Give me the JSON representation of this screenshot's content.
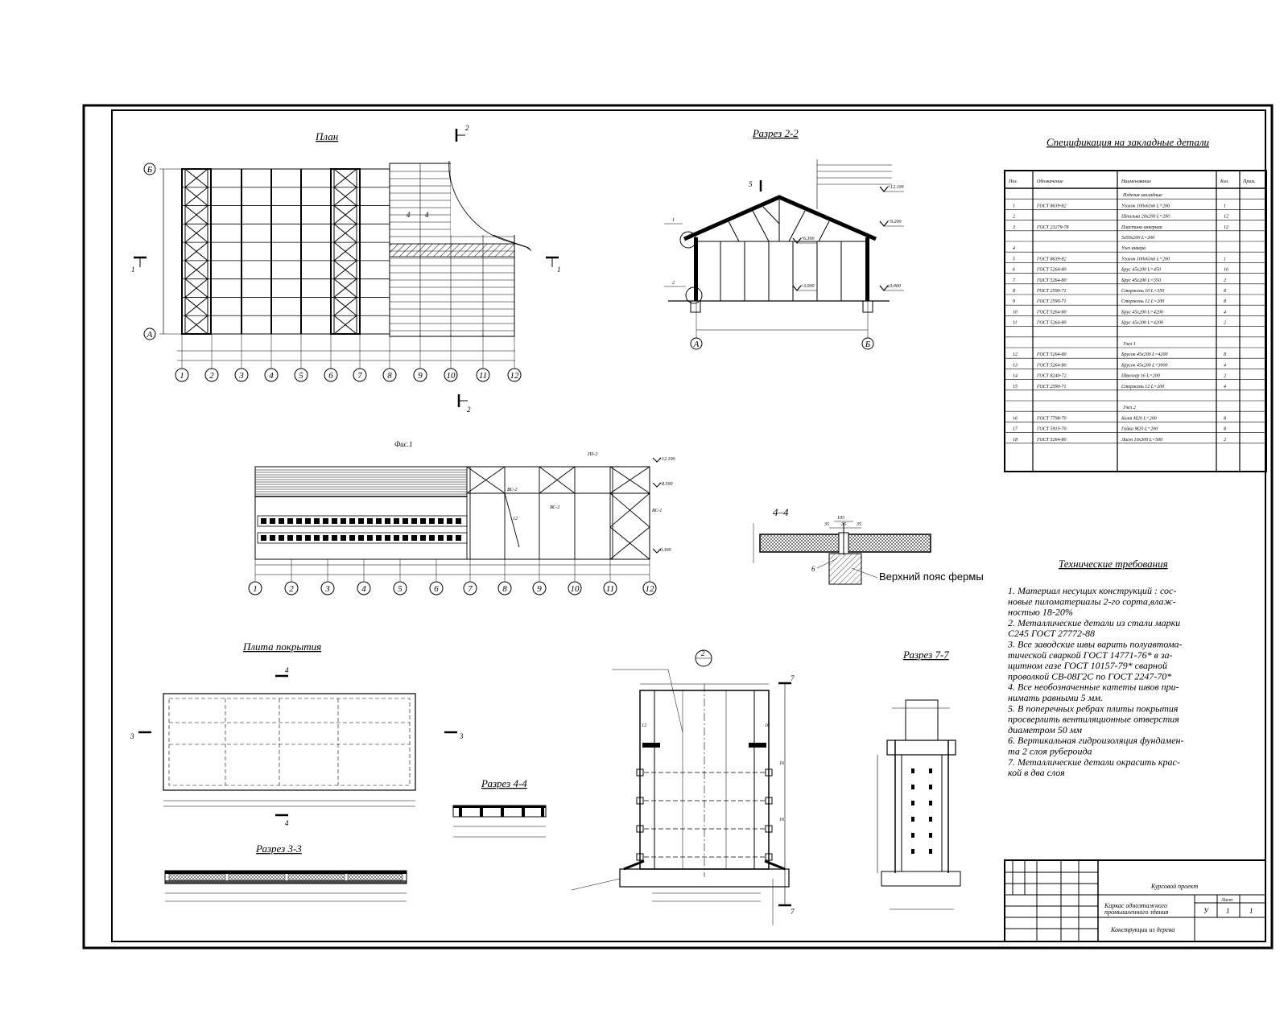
{
  "titles": {
    "plan": "План",
    "section_2_2": "Разрез 2-2",
    "spec": "Спецификация на закладные детали",
    "facade": "Фас.1",
    "section_4_4": "4–4",
    "top_chord": "Верхний пояс фермы",
    "tech": "Технические требования",
    "slab": "Плита покрытия",
    "section_4_4b": "Разрез 4-4",
    "section_3_3": "Разрез 3-3",
    "section_7_7": "Разрез 7-7"
  },
  "plan": {
    "axes_x": [
      "1",
      "2",
      "3",
      "4",
      "5",
      "6",
      "7",
      "8",
      "9",
      "10",
      "11",
      "12"
    ],
    "axes_y": [
      "Б",
      "А"
    ],
    "cut_1": "1",
    "cut_2": "2",
    "cut_4": "4"
  },
  "section22": {
    "levels": [
      "+12.100",
      "+9.200",
      "+6.300",
      "+3.000",
      "±0.000"
    ],
    "axes": [
      "А",
      "Б"
    ],
    "node1": "1",
    "node2": "2",
    "cut5": "5"
  },
  "facade": {
    "axes": [
      "1",
      "2",
      "3",
      "4",
      "5",
      "6",
      "7",
      "8",
      "9",
      "10",
      "11",
      "12"
    ],
    "levels": [
      "+12.100",
      "+8.500",
      "-0.300"
    ],
    "marks": [
      "П0-2",
      "ВС-2",
      "ВС-1",
      "ВС-2",
      "12"
    ]
  },
  "sec44": {
    "dims": [
      "105",
      "35",
      "35",
      "35"
    ],
    "mark": "6"
  },
  "slab": {
    "cut3": "3",
    "cut4": "4"
  },
  "node": {
    "mark": "2",
    "cut7": "7",
    "marks": [
      "12",
      "16",
      "16",
      "16"
    ]
  },
  "spec": {
    "headers": [
      "Поз.",
      "Обозначение",
      "Наименование",
      "Кол.",
      "Прим."
    ],
    "group_header": "Изделия закладные",
    "rows": [
      {
        "pos": "1",
        "code": "ГОСТ 8639-82",
        "name": "Уголок 100x63x6 L=200",
        "qty": "1"
      },
      {
        "pos": "2",
        "code": "",
        "name": "Шпилька 20x200 L=200",
        "qty": "12"
      },
      {
        "pos": "3",
        "code": "ГОСТ 23279-78",
        "name": "Пластина анкерная",
        "qty": "12"
      },
      {
        "pos": "",
        "code": "",
        "name": "5х50х200 L=200",
        "qty": ""
      },
      {
        "pos": "4",
        "code": "",
        "name": "Узел анкера",
        "qty": ""
      },
      {
        "pos": "5",
        "code": "ГОСТ 8639-82",
        "name": "Уголок 100x63x6 L=200",
        "qty": "1"
      },
      {
        "pos": "6",
        "code": "ГОСТ 5264-80",
        "name": "Брус 45x200 L=450",
        "qty": "16"
      },
      {
        "pos": "7",
        "code": "ГОСТ 5264-80",
        "name": "Брус 45x200 L=350",
        "qty": "2"
      },
      {
        "pos": "8",
        "code": "ГОСТ 2590-71",
        "name": "Стержень 10 L=350",
        "qty": "8"
      },
      {
        "pos": "9",
        "code": "ГОСТ 2590-71",
        "name": "Стержень 12 L=200",
        "qty": "8"
      },
      {
        "pos": "10",
        "code": "ГОСТ 5264-80",
        "name": "Брус 45x200 L=4200",
        "qty": "4"
      },
      {
        "pos": "11",
        "code": "ГОСТ 5264-80",
        "name": "Брус 45x200 L=4200",
        "qty": "2"
      }
    ],
    "group2": "Узел 1",
    "rows2": [
      {
        "pos": "12",
        "code": "ГОСТ 5264-80",
        "name": "Брусок 45x200 L=4200",
        "qty": "8"
      },
      {
        "pos": "13",
        "code": "ГОСТ 5264-80",
        "name": "Брусок 45x200 L=3000",
        "qty": "4"
      },
      {
        "pos": "14",
        "code": "ГОСТ 8240-72",
        "name": "Швеллер 16 L=200",
        "qty": "2"
      },
      {
        "pos": "15",
        "code": "ГОСТ 2590-71",
        "name": "Стержень 12 L=200",
        "qty": "4"
      }
    ],
    "group3": "Узел 2",
    "rows3": [
      {
        "pos": "16",
        "code": "ГОСТ 7798-70",
        "name": "Болт М20 L=200",
        "qty": "8"
      },
      {
        "pos": "17",
        "code": "ГОСТ 5915-70",
        "name": "Гайка М20 L=200",
        "qty": "8"
      },
      {
        "pos": "18",
        "code": "ГОСТ 5264-80",
        "name": "Лист 10x300 L=500",
        "qty": "2"
      }
    ]
  },
  "tech_items": [
    "1. Материал несущих конструкций : сос-",
    "новые пиломатериалы 2-го сорта,влаж-",
    "ностью 18-20%",
    "2. Металлические детали из стали марки",
    "С245 ГОСТ 27772-88",
    "3. Все заводские швы варить полуавтома-",
    "тической сваркой ГОСТ 14771-76* в за-",
    "щитном газе ГОСТ 10157-79* сварной",
    "проволкой СВ-08Г2С по ГОСТ 2247-70*",
    "4. Все необозначенные катеты швов при-",
    "нимать равными 5 мм.",
    "5. В поперечных ребрах плиты покрытия",
    "просверлить вентиляционные отверстия",
    "диаметром 50 мм",
    "6. Вертикальная гидроизоляция фундамен-",
    "та 2 слоя рубероида",
    "7. Металлические детали окрасить крас-",
    "кой в два слоя"
  ],
  "stamp": {
    "project": "Курсовой проект",
    "title1": "Каркас одноэтажного",
    "title2": "промышленного здания",
    "title3": "Конструкции из дерева",
    "sheet_label": "Лист",
    "sheet": "1",
    "sheets": "1",
    "stage": "У"
  }
}
